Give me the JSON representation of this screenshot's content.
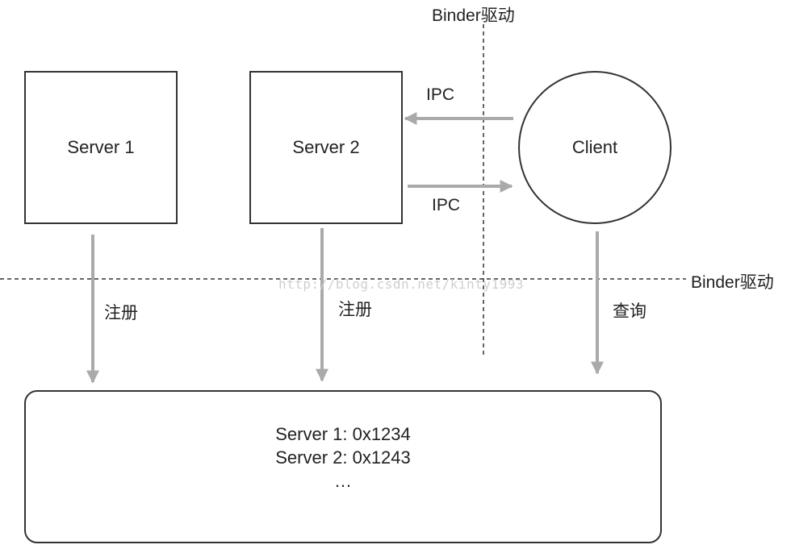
{
  "labels": {
    "binder_driver_top": "Binder驱动",
    "binder_driver_right": "Binder驱动",
    "ipc_request": "IPC",
    "ipc_response": "IPC",
    "register_1": "注册",
    "register_2": "注册",
    "query": "查询"
  },
  "nodes": {
    "server1": "Server 1",
    "server2": "Server 2",
    "client": "Client"
  },
  "registry": {
    "entries": [
      "Server 1: 0x1234",
      "Server 2: 0x1243",
      "…"
    ]
  },
  "watermark": "http://blog.csdn.net/kinty1993",
  "colors": {
    "arrow": "#aaaaaa",
    "border": "#333333",
    "dashed_line": "#333333"
  }
}
